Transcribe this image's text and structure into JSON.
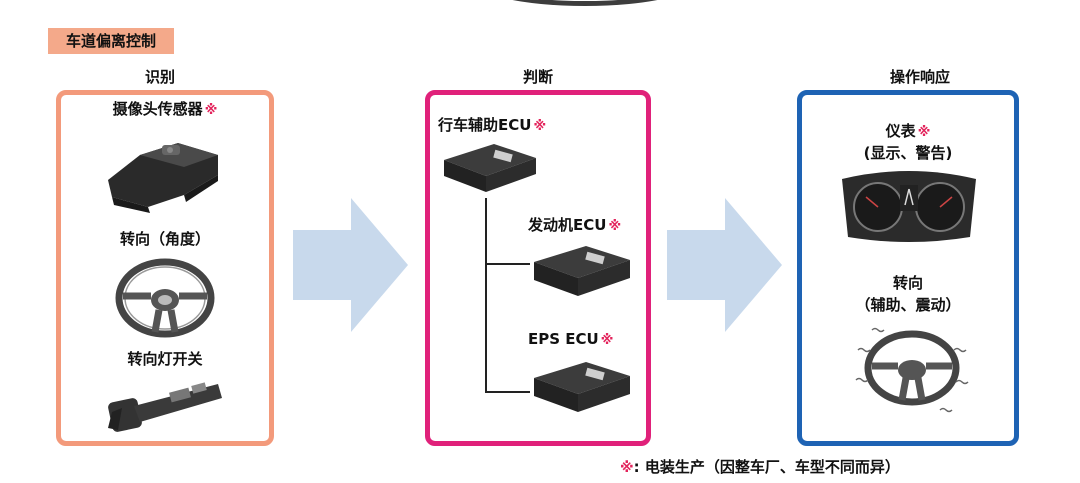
{
  "header": {
    "badge": "车道偏离控制"
  },
  "mark_symbol": "※",
  "columns": {
    "recognize": {
      "title": "识别",
      "border_color": "#f39a7b",
      "items": [
        {
          "label": "摄像头传感器",
          "marked": true,
          "icon": "camera-sensor-image"
        },
        {
          "label": "转向（角度）",
          "marked": false,
          "icon": "steering-wheel-image"
        },
        {
          "label": "转向灯开关",
          "marked": false,
          "icon": "turn-signal-switch-image"
        }
      ]
    },
    "judge": {
      "title": "判断",
      "border_color": "#e0217a",
      "items": [
        {
          "label": "行车辅助ECU",
          "marked": true,
          "icon": "ecu-image"
        },
        {
          "label": "发动机ECU",
          "marked": true,
          "icon": "ecu-image"
        },
        {
          "label": "EPS ECU",
          "marked": true,
          "icon": "ecu-image"
        }
      ]
    },
    "respond": {
      "title": "操作响应",
      "border_color": "#1e63b4",
      "items": [
        {
          "label_line1": "仪表",
          "label_line2": "(显示、警告)",
          "marked": true,
          "icon": "instrument-cluster-image"
        },
        {
          "label_line1": "转向",
          "label_line2": "（辅助、震动）",
          "marked": false,
          "icon": "vibrating-steering-wheel-image"
        }
      ]
    }
  },
  "arrow_color": "#c8d9ec",
  "footnote": {
    "text": ": 电装生产（因整车厂、车型不同而异）"
  }
}
